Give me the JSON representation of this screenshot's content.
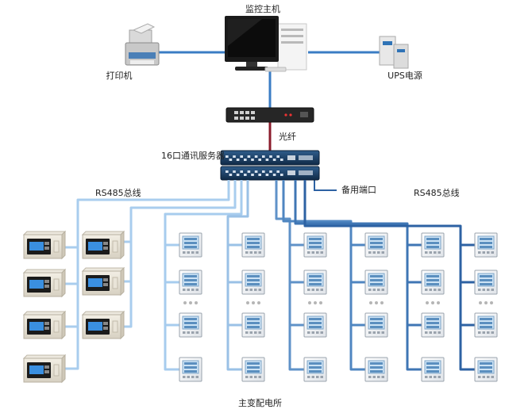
{
  "labels": {
    "monitor_host": "监控主机",
    "printer": "打印机",
    "ups": "UPS电源",
    "fiber": "光纤",
    "comm_server": "16口通讯服务器",
    "spare_port": "备用端口",
    "rs485_left": "RS485总线",
    "rs485_right": "RS485总线",
    "substation": "主变配电所"
  },
  "devices": {
    "monitor_host": "desktop-computer-icon",
    "printer": "printer-icon",
    "ups": "ups-power-icon",
    "switch": "network-switch-icon",
    "comm_server": "serial-server-icon",
    "protection_relay": "protection-relay-icon",
    "power_meter": "power-meter-icon"
  },
  "colors": {
    "trunk": "#3b7dc4",
    "fiber": "#8b1c2c",
    "bus_light": "#a9cdee",
    "bus_dark": "#2d62a3"
  }
}
